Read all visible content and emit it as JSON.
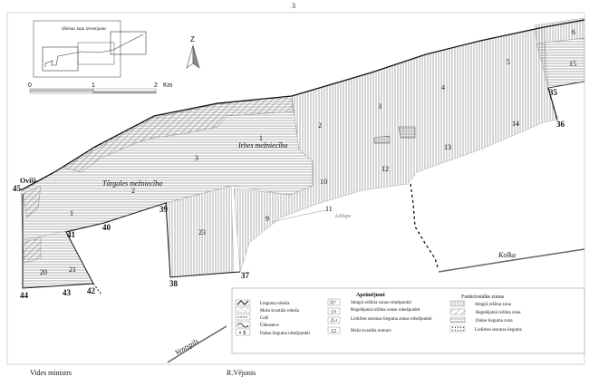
{
  "page_number": "3",
  "inset": {
    "title": "Shēmas lapu izvietojums"
  },
  "north": {
    "label": "Z"
  },
  "scale": {
    "ticks": [
      "0",
      "1",
      "2"
    ],
    "unit": "Km"
  },
  "places": {
    "ovisi": "Ovīši",
    "targale": "Tārgales mežniecība",
    "irbe": "Irbes mežniecība",
    "lazupe": "Lāžupe",
    "kolka": "Kolka",
    "ventspils": "Ventspils"
  },
  "boundary_points": [
    "45",
    "41",
    "40",
    "39",
    "38",
    "37",
    "35",
    "36",
    "44",
    "43",
    "42"
  ],
  "quarters": [
    "1",
    "2",
    "3",
    "1",
    "2",
    "3",
    "4",
    "5",
    "6",
    "9",
    "10",
    "11",
    "12",
    "13",
    "14",
    "15",
    "20",
    "21",
    "23",
    "1"
  ],
  "legend": {
    "title": "Apzīmējumi",
    "col1": [
      "Lieguma robeža",
      "Meža kvartāla robeža",
      "Ceļš",
      "Ūdenstece",
      "Dabas lieguma robežpunkti"
    ],
    "col1_sym": [
      "",
      "",
      "",
      "",
      "3"
    ],
    "col2": [
      "Stingrā režīma zonas robežpunkti",
      "Regulējamā režīma zonas robežpunkti",
      "Lielirbes sezonas lieguma zonas robežpunkti",
      "Meža kvartāla numurs"
    ],
    "col2_sym": [
      "7",
      "4",
      "4",
      "12"
    ],
    "zones_title": "Funkcionālās zonas",
    "zones": [
      "Stingrā režīma zona",
      "Regulējamā režīma zona",
      "Dabas lieguma zona",
      "Lielirbes sezonas liegums"
    ]
  },
  "footer": {
    "left": "Vides ministrs",
    "right": "R.Vējonis"
  }
}
